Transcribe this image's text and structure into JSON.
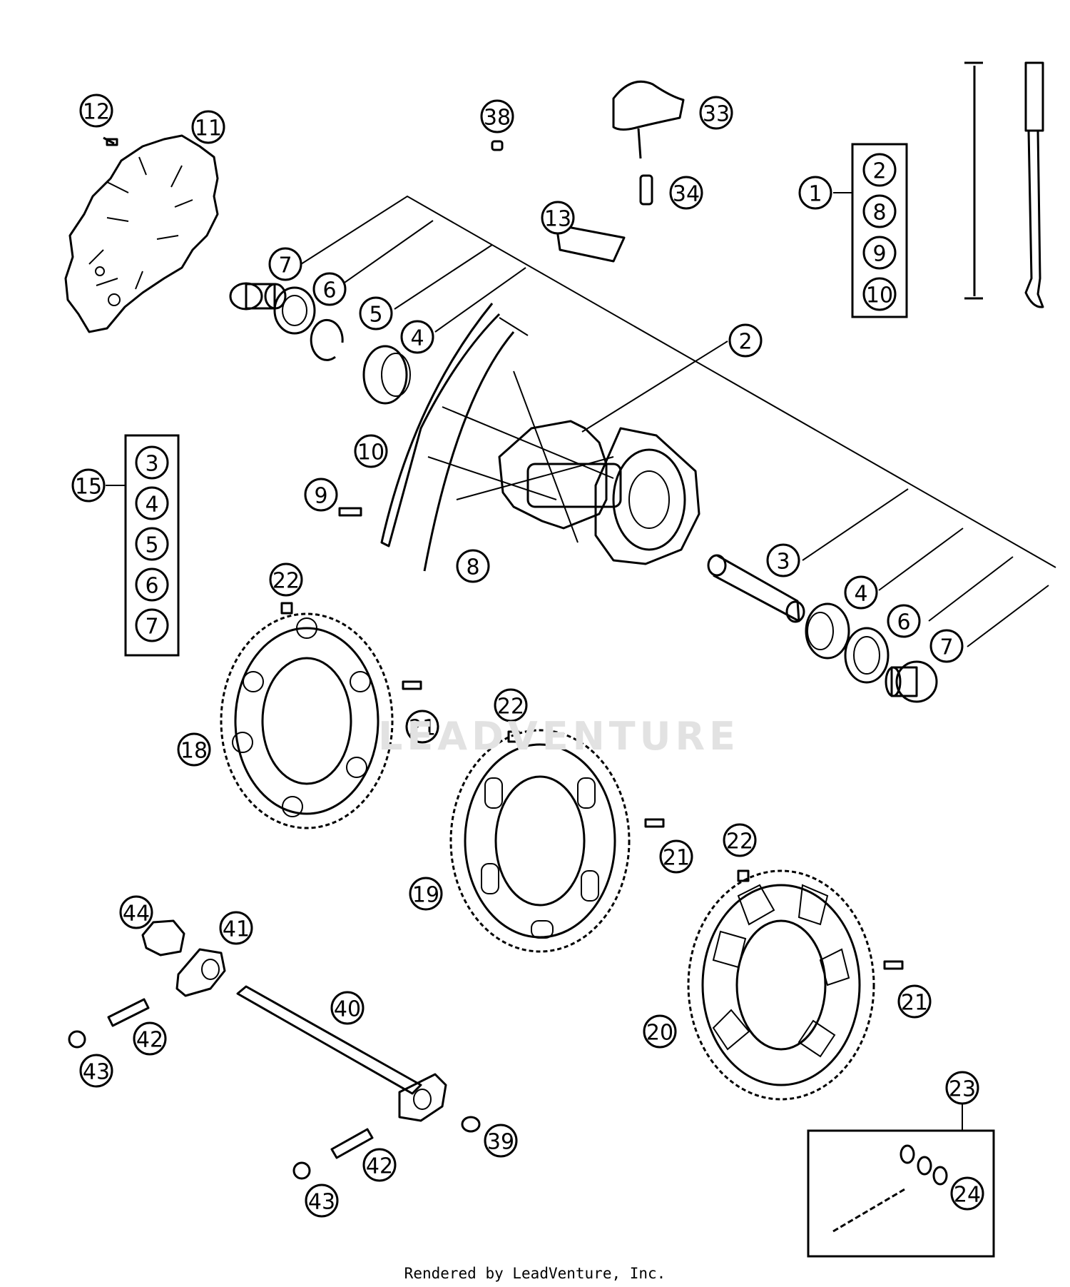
{
  "callouts": {
    "c1": "1",
    "c2a": "2",
    "c2b": "2",
    "c3a": "3",
    "c3b": "3",
    "c4a": "4",
    "c4b": "4",
    "c4c": "4",
    "c5a": "5",
    "c5b": "5",
    "c6a": "6",
    "c6b": "6",
    "c6c": "6",
    "c7a": "7",
    "c7b": "7",
    "c7c": "7",
    "c8a": "8",
    "c8b": "8",
    "c9a": "9",
    "c9b": "9",
    "c10a": "10",
    "c10b": "10",
    "c11": "11",
    "c12": "12",
    "c13": "13",
    "c15": "15",
    "c18": "18",
    "c19": "19",
    "c20": "20",
    "c21a": "21",
    "c21b": "21",
    "c21c": "21",
    "c22a": "22",
    "c22b": "22",
    "c22c": "22",
    "c23": "23",
    "c24": "24",
    "c33": "33",
    "c34": "34",
    "c38": "38",
    "c39": "39",
    "c40": "40",
    "c41": "41",
    "c42a": "42",
    "c42b": "42",
    "c43a": "43",
    "c43b": "43",
    "c44": "44"
  },
  "watermark": "LEADVENTURE",
  "footer": "Rendered by LeadVenture, Inc."
}
